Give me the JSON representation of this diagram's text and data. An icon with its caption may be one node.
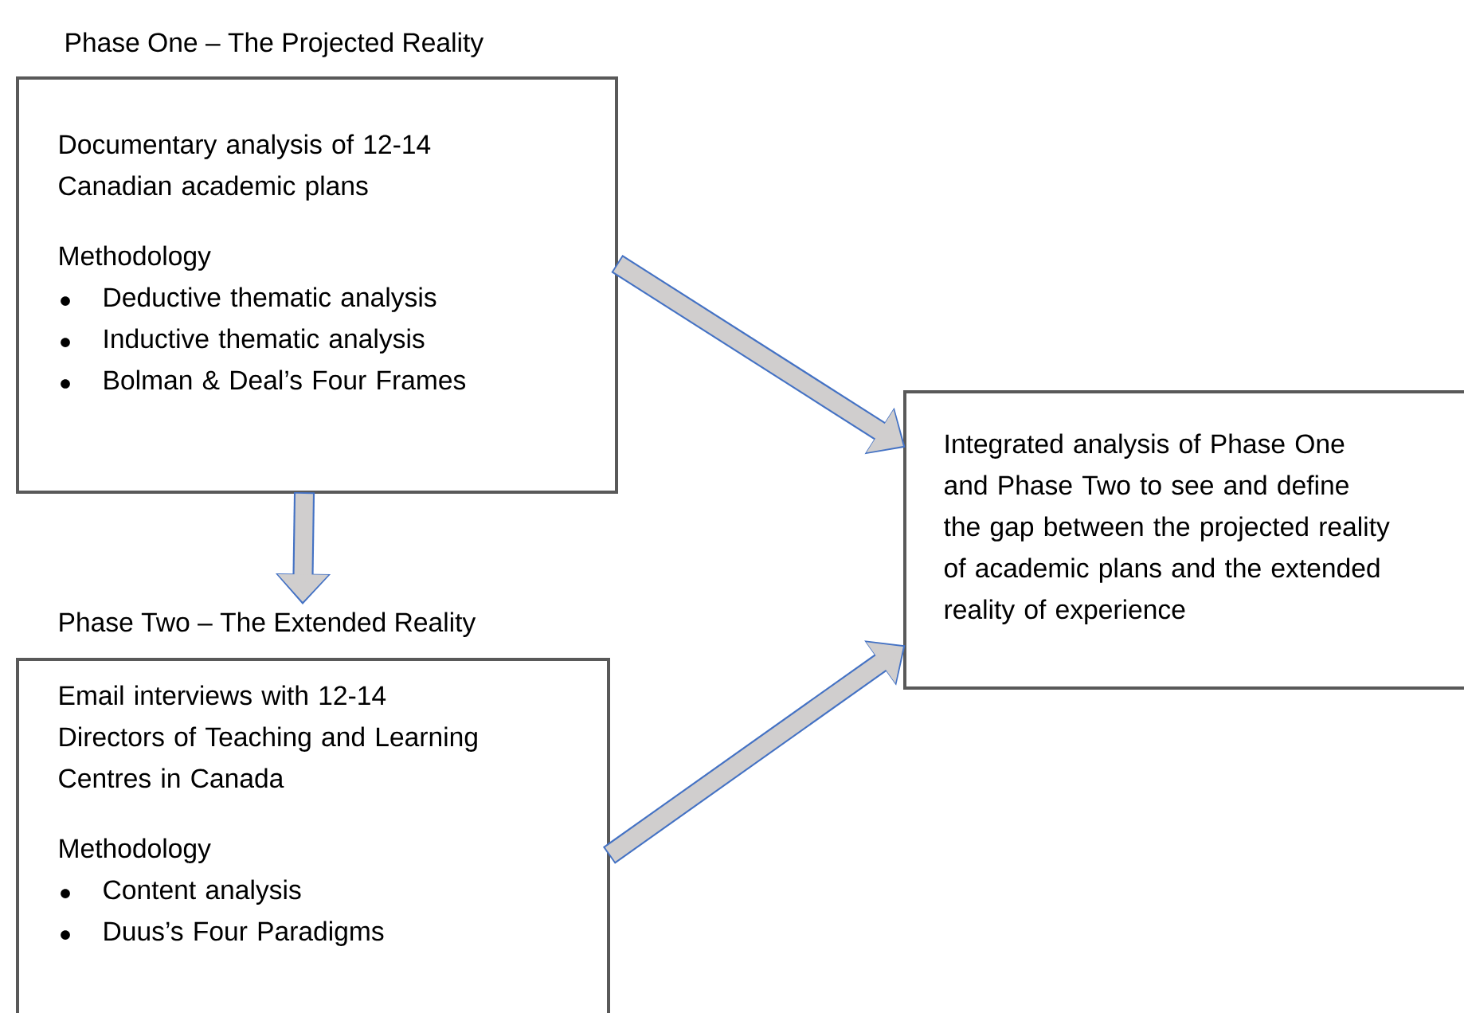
{
  "diagram": {
    "nodes": [
      {
        "text": [
          "Phase One – The Projected Reality",
          "Documentary analysis of 12-14 Canadian academic plans",
          "Methodology",
          "Deductive thematic analysis",
          "Inductive thematic analysis",
          "Bolman & Deal’s Four Frames"
        ]
      },
      {
        "text": [
          "Phase Two – The Extended Reality",
          "Email interviews with 12-14 Directors of Teaching and Learning Centres in Canada",
          "Methodology",
          "Content analysis",
          "Duus’s Four Paradigms"
        ]
      },
      {
        "text": [
          "Integrated analysis of Phase One and Phase Two to see and define the gap between the projected reality of academic plans and the extended reality of experience"
        ]
      }
    ],
    "edges": [
      {
        "from": 0,
        "to": 2,
        "arrow": "to"
      },
      {
        "from": 0,
        "to": 1,
        "arrow": "to"
      },
      {
        "from": 1,
        "to": 2,
        "arrow": "to"
      }
    ]
  }
}
